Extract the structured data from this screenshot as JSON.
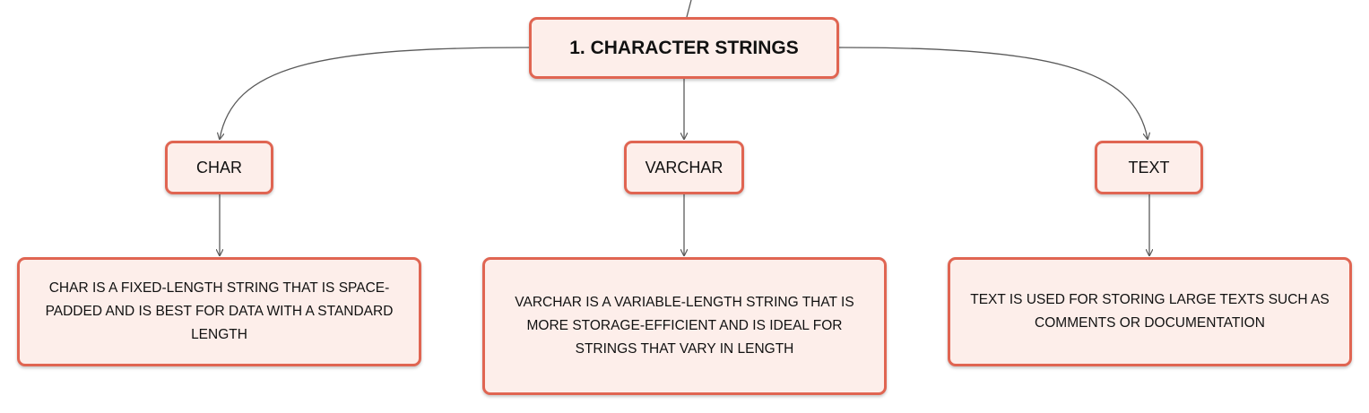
{
  "diagram": {
    "root": {
      "label": "1. CHARACTER STRINGS"
    },
    "types": [
      {
        "label": "CHAR",
        "description": "CHAR IS A FIXED-LENGTH STRING THAT IS SPACE-PADDED AND IS BEST FOR DATA WITH A STANDARD LENGTH"
      },
      {
        "label": "VARCHAR",
        "description": "VARCHAR IS A VARIABLE-LENGTH STRING THAT IS MORE STORAGE-EFFICIENT AND IS IDEAL FOR STRINGS THAT VARY IN LENGTH"
      },
      {
        "label": "TEXT",
        "description": "TEXT IS USED FOR STORING LARGE TEXTS SUCH AS COMMENTS OR DOCUMENTATION"
      }
    ],
    "colors": {
      "node_border": "#e06552",
      "node_fill": "#fdeeea",
      "connector": "#5a5a5a",
      "text": "#111111"
    }
  }
}
